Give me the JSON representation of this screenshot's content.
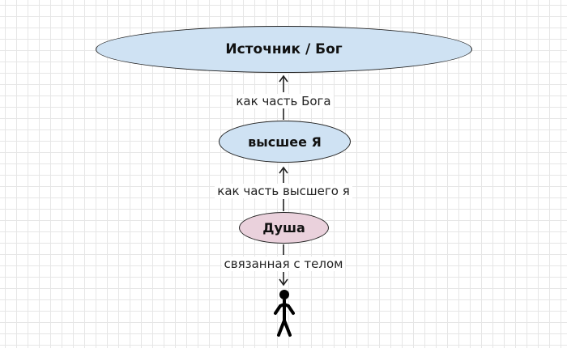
{
  "colors": {
    "source_fill": "#cfe2f3",
    "higher_self_fill": "#cfe2f3",
    "soul_fill": "#ead1dc",
    "stroke": "#222222"
  },
  "nodes": {
    "source": {
      "label": "Источник / Бог"
    },
    "higher_self": {
      "label": "высшее Я"
    },
    "soul": {
      "label": "Душа"
    }
  },
  "edges": {
    "soul_to_higher": {
      "label": "как часть высшего я"
    },
    "higher_to_source": {
      "label": "как часть Бога"
    },
    "soul_to_body": {
      "label": "связанная с телом"
    }
  },
  "figure": {
    "icon": "stick-figure-icon"
  }
}
